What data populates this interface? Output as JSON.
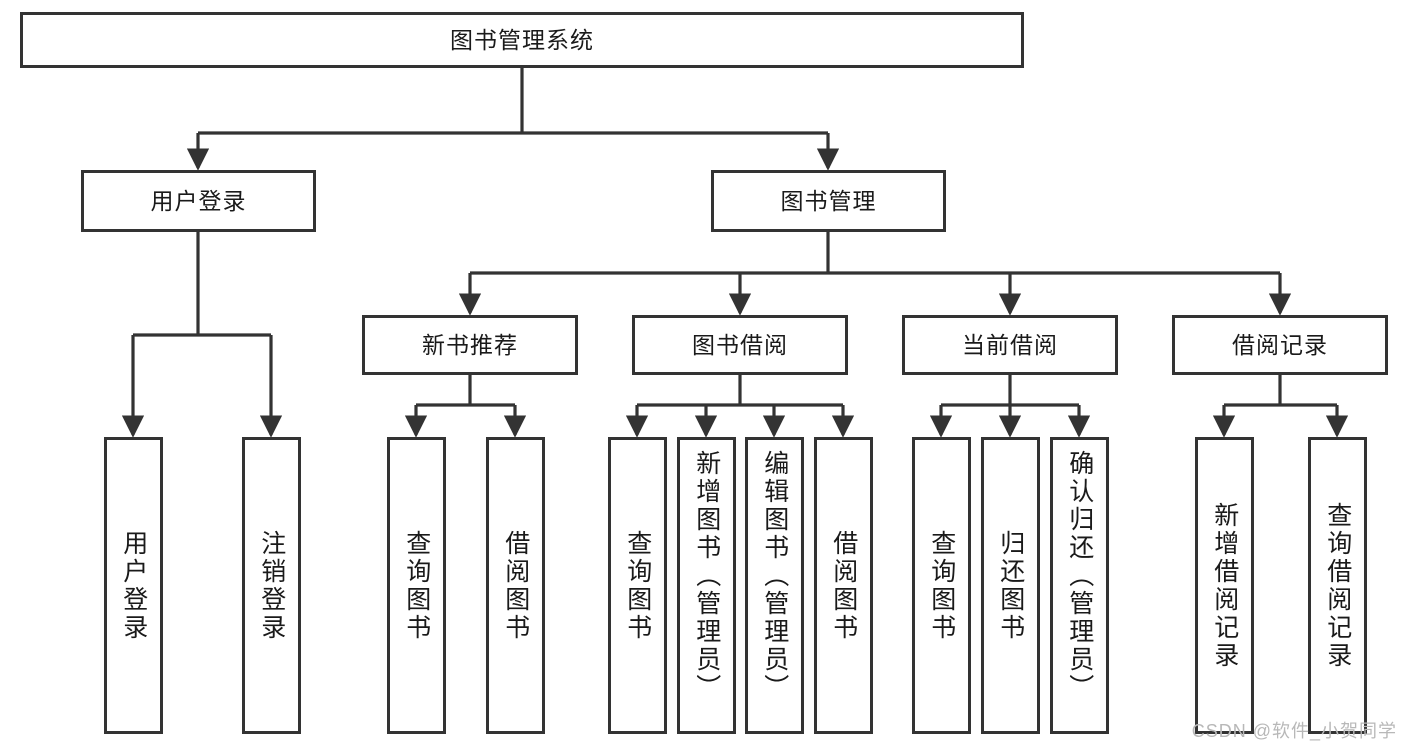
{
  "diagram": {
    "title": "图书管理系统",
    "type": "tree-hierarchy-diagram",
    "colors": {
      "box_border": "#333333",
      "box_fill": "#ffffff",
      "connector": "#333333",
      "text": "#1a1a1a",
      "watermark": "#b8b8b8",
      "background": "#ffffff"
    }
  },
  "root": {
    "label": "图书管理系统"
  },
  "level2": [
    {
      "label": "用户登录"
    },
    {
      "label": "图书管理"
    }
  ],
  "level3": [
    {
      "label": "新书推荐"
    },
    {
      "label": "图书借阅"
    },
    {
      "label": "当前借阅"
    },
    {
      "label": "借阅记录"
    }
  ],
  "leaves": {
    "user_login": [
      {
        "label": "用户登录"
      },
      {
        "label": "注销登录"
      }
    ],
    "new_book": [
      {
        "label": "查询图书"
      },
      {
        "label": "借阅图书"
      }
    ],
    "book_borrow": [
      {
        "label": "查询图书"
      },
      {
        "label": "新增图书（管理员）"
      },
      {
        "label": "编辑图书（管理员）"
      },
      {
        "label": "借阅图书"
      }
    ],
    "current_borrow": [
      {
        "label": "查询图书"
      },
      {
        "label": "归还图书"
      },
      {
        "label": "确认归还（管理员）"
      }
    ],
    "borrow_record": [
      {
        "label": "新增借阅记录"
      },
      {
        "label": "查询借阅记录"
      }
    ]
  },
  "watermark": {
    "text": "CSDN @软件_小贺同学"
  }
}
